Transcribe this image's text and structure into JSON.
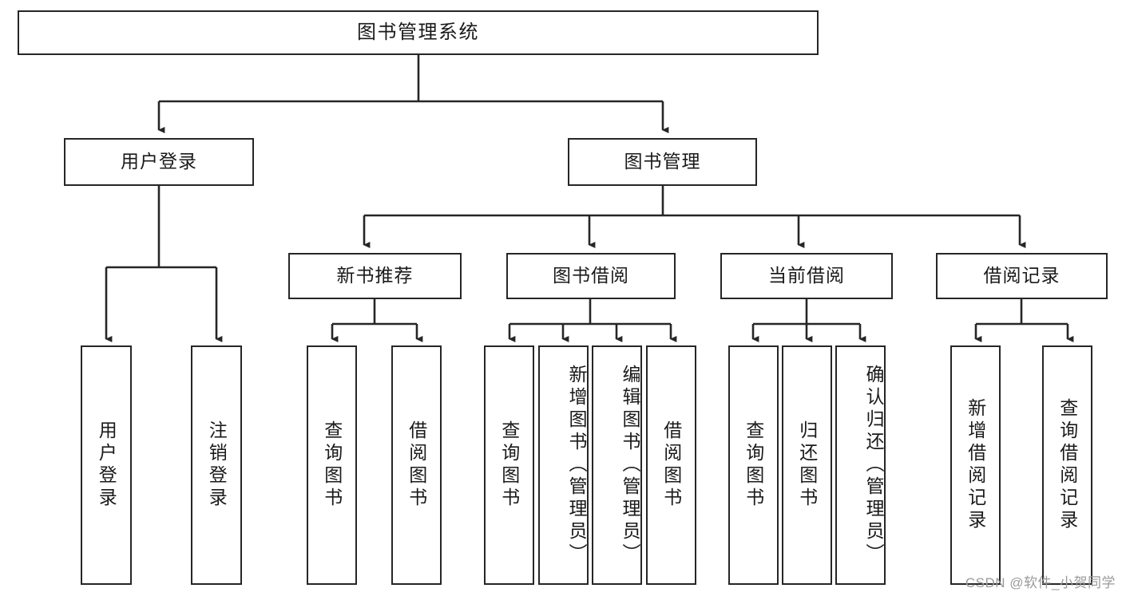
{
  "diagram": {
    "type": "tree-hierarchy",
    "title": "图书管理系统",
    "root": {
      "label": "图书管理系统"
    },
    "level1": [
      {
        "label": "用户登录"
      },
      {
        "label": "图书管理"
      }
    ],
    "level2": [
      {
        "label": "新书推荐"
      },
      {
        "label": "图书借阅"
      },
      {
        "label": "当前借阅"
      },
      {
        "label": "借阅记录"
      }
    ],
    "leaves_user_login": [
      {
        "label": "用户登录"
      },
      {
        "label": "注销登录"
      }
    ],
    "leaves_new_book": [
      {
        "label": "查询图书"
      },
      {
        "label": "借阅图书"
      }
    ],
    "leaves_borrow": [
      {
        "label": "查询图书"
      },
      {
        "label": "新增图书（管理员）"
      },
      {
        "label": "编辑图书（管理员）"
      },
      {
        "label": "借阅图书"
      }
    ],
    "leaves_current": [
      {
        "label": "查询图书"
      },
      {
        "label": "归还图书"
      },
      {
        "label": "确认归还（管理员）"
      }
    ],
    "leaves_records": [
      {
        "label": "新增借阅记录"
      },
      {
        "label": "查询借阅记录"
      }
    ]
  },
  "watermark": {
    "text": "CSDN @软件_小贺同学"
  },
  "colors": {
    "stroke": "#262626",
    "text": "#1a1a1a",
    "background": "#ffffff",
    "watermark": "#9a9a9a"
  }
}
